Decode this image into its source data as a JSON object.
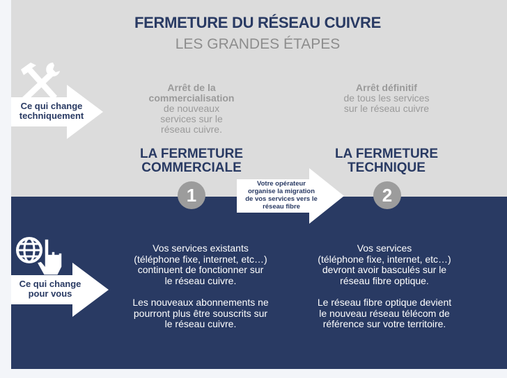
{
  "header": {
    "title": "FERMETURE DU RÉSEAU CUIVRE",
    "subtitle": "LES GRANDES ÉTAPES"
  },
  "rows": {
    "technical": {
      "label_line1": "Ce qui change",
      "label_line2": "techniquement"
    },
    "for_you": {
      "label_line1": "Ce qui change",
      "label_line2": "pour vous"
    }
  },
  "stages": [
    {
      "number": "1",
      "title_line1": "LA FERMETURE",
      "title_line2": "COMMERCIALE",
      "desc_bold_1": "Arrêt de la",
      "desc_bold_2": "commercialisation",
      "desc_1": "de nouveaux",
      "desc_2": "services sur le",
      "desc_3": "réseau cuivre.",
      "impact_p1": [
        "Vos services existants",
        "(téléphone fixe, internet, etc…)",
        "continuent de fonctionner sur",
        "le réseau cuivre."
      ],
      "impact_p2": [
        "Les nouveaux abonnements ne",
        "pourront plus être souscrits sur",
        "le réseau  cuivre."
      ]
    },
    {
      "number": "2",
      "title_line1": "LA FERMETURE",
      "title_line2": "TECHNIQUE",
      "desc_bold_1": "Arrêt définitif",
      "desc_1": "de tous les services",
      "desc_2": "sur le réseau cuivre",
      "impact_p1": [
        "Vos services",
        "(téléphone fixe, internet, etc…)",
        "devront avoir basculés sur le",
        "réseau fibre optique."
      ],
      "impact_p2": [
        "Le réseau fibre optique devient",
        "le nouveau réseau télécom de",
        "référence sur votre territoire."
      ]
    }
  ],
  "migration": {
    "lines": [
      "Votre opérateur",
      "organise la migration",
      "de vos services vers le",
      "réseau fibre"
    ]
  },
  "colors": {
    "navy": "#293a63",
    "gray": "#dcdcdc",
    "circle": "#9c9c9c"
  }
}
